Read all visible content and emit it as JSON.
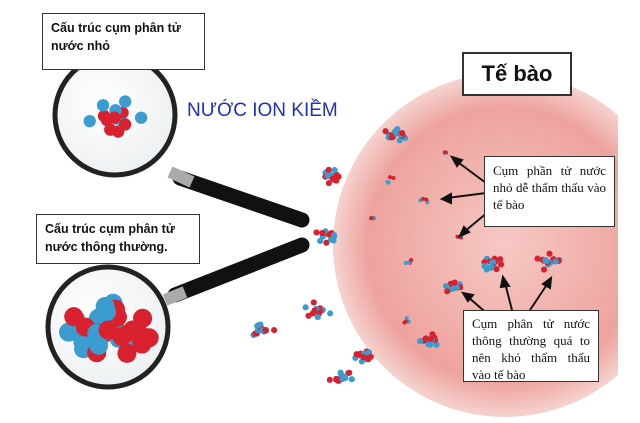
{
  "labels": {
    "small_cluster": "Cấu trúc cụm phân tử nước nhỏ",
    "normal_cluster": "Cấu trúc cụm phân tử nước thông thường.",
    "brand": "NƯỚC ION KIỀM",
    "cell": "Tế bào",
    "small_note": "Cụm phần tử nước nhỏ dễ thẩm thấu vào tế bào",
    "large_note": "Cụm phân tử nước thông thường quá to nên khó thẩm thấu vào tế bào"
  },
  "colors": {
    "oxygen": "#d8202e",
    "hydrogen": "#3a9ccf",
    "cell": "#f0a8a4",
    "brand": "#1f2fc0"
  }
}
